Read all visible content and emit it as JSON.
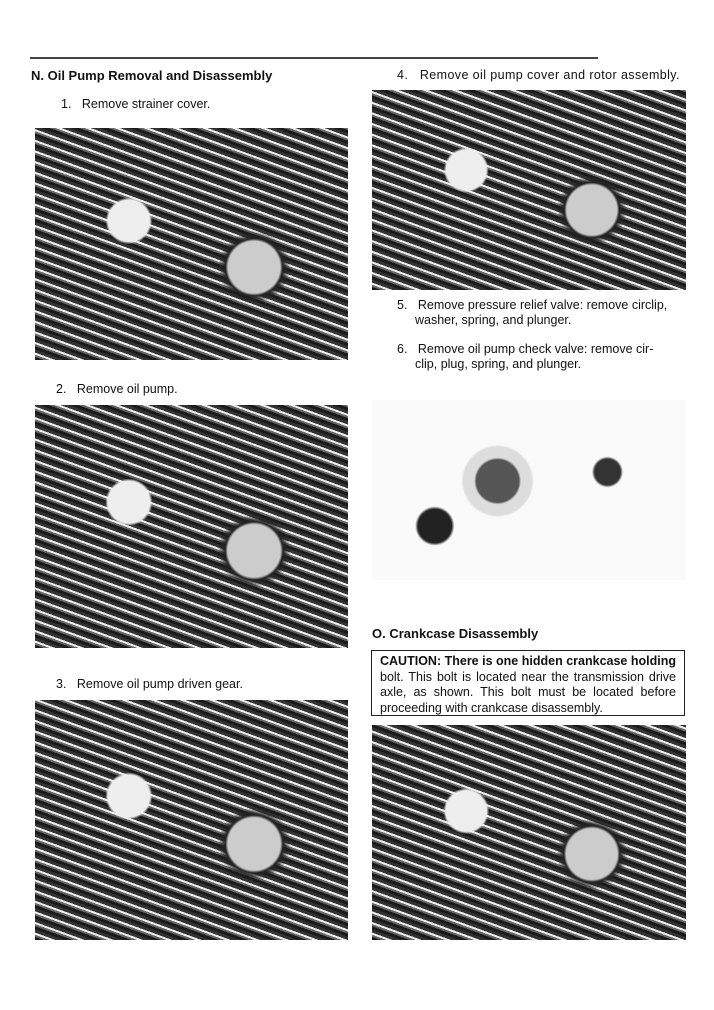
{
  "left_section": {
    "heading": "N. Oil Pump Removal and Disassembly",
    "steps": [
      {
        "num": "1.",
        "text": "Remove strainer cover."
      },
      {
        "num": "2.",
        "text": "Remove oil pump."
      },
      {
        "num": "3.",
        "text": "Remove oil pump driven gear."
      }
    ]
  },
  "right_section": {
    "steps": [
      {
        "num": "4.",
        "text": "Remove oil pump cover and rotor assembly."
      },
      {
        "num": "5.",
        "text": "Remove pressure relief valve: remove circlip,",
        "text2": "washer, spring, and plunger."
      },
      {
        "num": "6.",
        "text": "Remove oil pump check valve: remove cir-",
        "text2": "clip, plug, spring, and plunger."
      }
    ],
    "heading": "O. Crankcase Disassembly",
    "caution_label": "CAUTION: There is one hidden crankcase holding",
    "caution_text": "bolt. This bolt is located near the transmission drive axle, as shown. This bolt must be located before proceeding with crankcase disassembly."
  }
}
